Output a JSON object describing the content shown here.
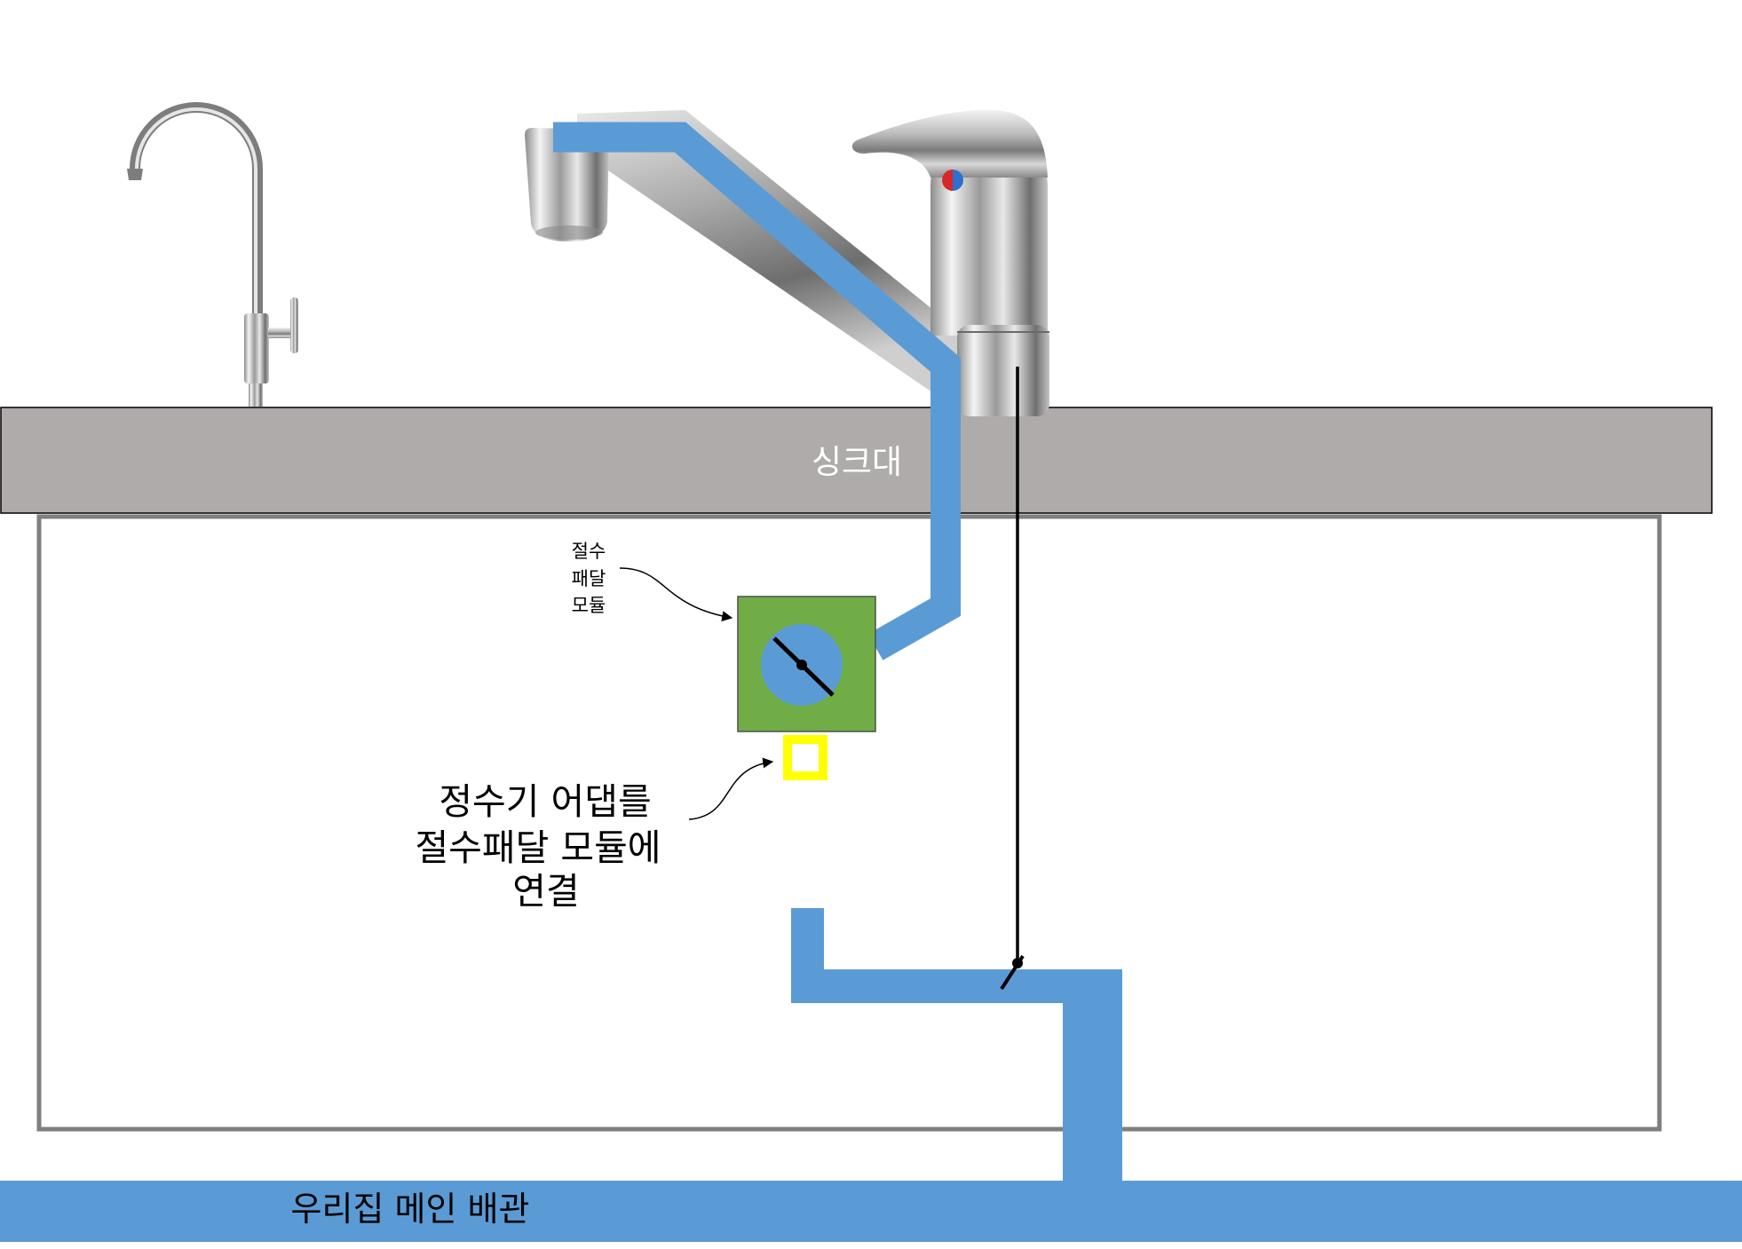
{
  "labels": {
    "countertop": "싱크대",
    "module_label": [
      "절수",
      "패달",
      "모듈"
    ],
    "instruction": [
      "정수기 어댑를",
      "절수패달 모듈에",
      "연결"
    ],
    "main_pipe": "우리집 메인 배관"
  },
  "icons": {
    "purifier_faucet": "water-purifier-faucet-icon",
    "kitchen_faucet": "kitchen-faucet-icon"
  },
  "colors": {
    "pipe": "#5B9BD5",
    "module": "#70AD47",
    "adapter": "#FFFF00",
    "countertop": "#AFABAB",
    "countertop_text": "#FFFFFF",
    "cabinet_outline": "#7F7F7F",
    "valve_line": "#000000",
    "handle_hot": "#D62828",
    "handle_cold": "#2E6FD1"
  }
}
